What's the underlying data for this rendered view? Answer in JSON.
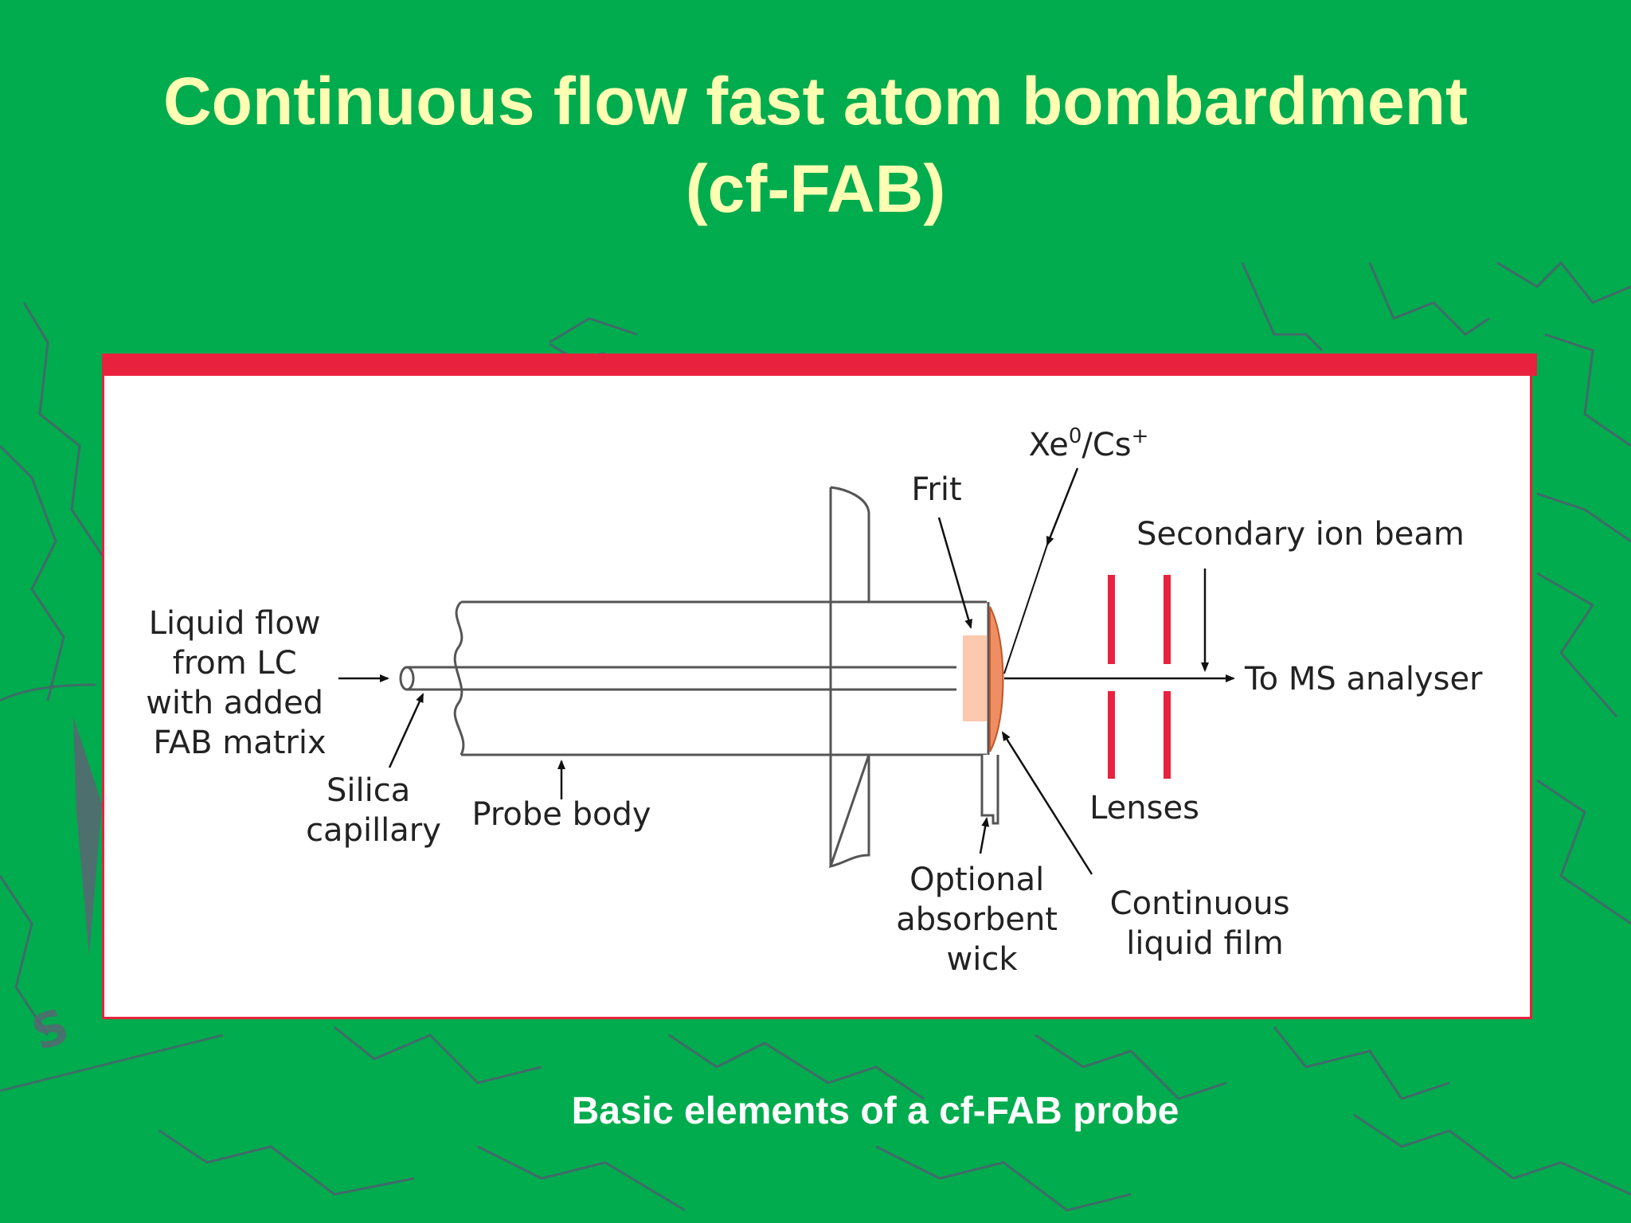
{
  "title": {
    "line1": "Continuous flow fast atom bombardment",
    "line2": "(cf-FAB)"
  },
  "diagram": {
    "labels": {
      "liquid_flow": [
        "Liquid flow",
        "from LC",
        "with added",
        "FAB matrix"
      ],
      "silica_capillary": [
        "Silica",
        "capillary"
      ],
      "probe_body": "Probe body",
      "frit": "Frit",
      "xe_cs": {
        "xe": "Xe",
        "xe_sup": "0",
        "cs": "/Cs",
        "cs_sup": "+"
      },
      "secondary_ion_beam": "Secondary ion beam",
      "to_ms": "To MS analyser",
      "lenses": "Lenses",
      "optional_wick": [
        "Optional",
        "absorbent",
        "wick"
      ],
      "liquid_film": [
        "Continuous",
        "liquid film"
      ]
    },
    "colors": {
      "frame_red": "#E8223E",
      "frit_fill": "#FCC8AE",
      "film_fill": "#EE8E62",
      "lens_red": "#E8223E"
    }
  },
  "caption": "Basic elements of a cf-FAB probe",
  "background": {
    "color": "#00AC4E",
    "pattern": "topographic-map-lines-and-compass-rose"
  }
}
